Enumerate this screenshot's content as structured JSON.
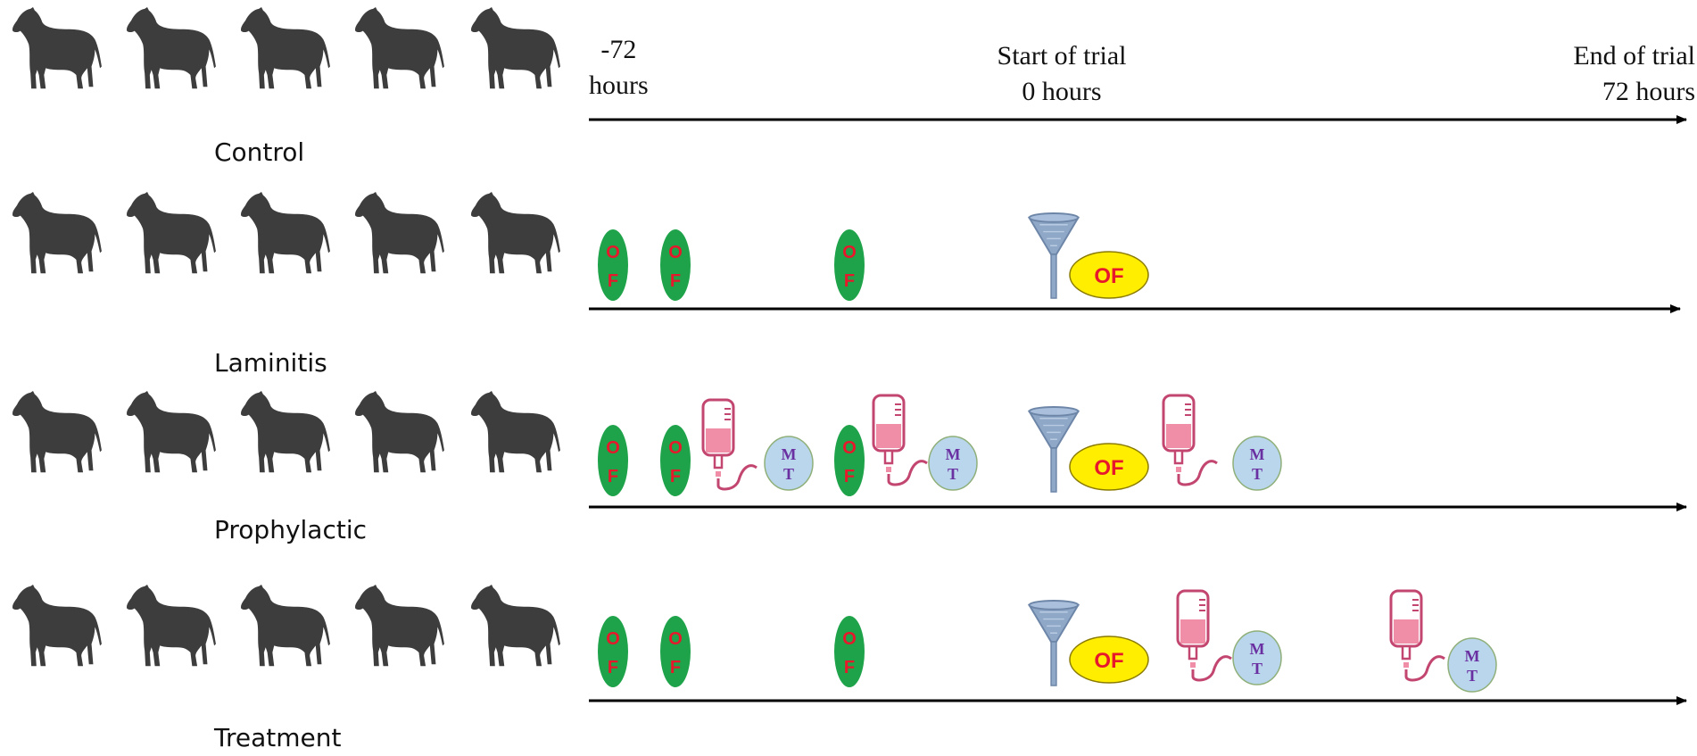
{
  "timeline": {
    "start_line1": "-72",
    "start_line2": "hours",
    "mid_line1": "Start of trial",
    "mid_line2": "0 hours",
    "end_line1": "End of trial",
    "end_line2": "72 hours"
  },
  "groups": [
    {
      "label": "Control",
      "horse_count": 5
    },
    {
      "label": "Laminitis",
      "horse_count": 5
    },
    {
      "label": "Prophylactic",
      "horse_count": 5
    },
    {
      "label": "Treatment",
      "horse_count": 5
    }
  ],
  "markers": {
    "oligofructose_pill": [
      "O",
      "F"
    ],
    "oligofructose_dose": "OF",
    "mt": [
      "M",
      "T"
    ]
  },
  "colors": {
    "horse": "#3d3d3d",
    "pill_fill": "#1fa34a",
    "pill_text": "#e8182c",
    "dose_fill": "#ffee00",
    "dose_text": "#e8182c",
    "mt_fill": "#b9d6ec",
    "mt_text": "#6a2fa0",
    "iv_bag": "#c2466f",
    "iv_fluid": "#ef8ea6",
    "funnel": "#8fa8c8"
  },
  "icons": [
    "horse-icon",
    "pill-icon",
    "iv-bag-icon",
    "funnel-icon"
  ]
}
